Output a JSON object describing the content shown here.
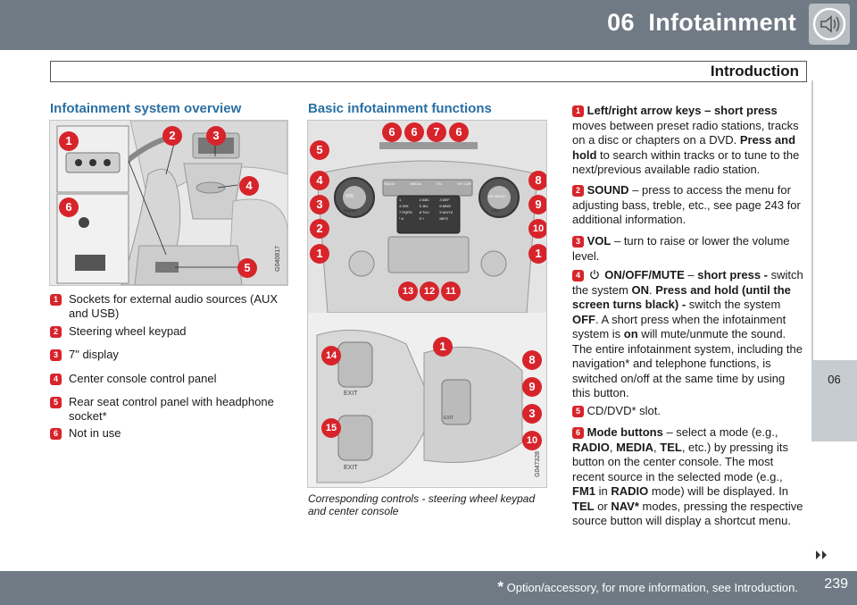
{
  "header": {
    "chapter": "06",
    "title": "Infotainment",
    "icon": "speaker-icon"
  },
  "subheader": {
    "title": "Introduction"
  },
  "side_tab": {
    "label": "06"
  },
  "col1": {
    "title": "Infotainment system overview",
    "figure": {
      "code": "G040817",
      "callouts": [
        "1",
        "2",
        "3",
        "4",
        "5",
        "6"
      ]
    },
    "items": [
      {
        "num": "1",
        "text": "Sockets for external audio sources (AUX and USB)"
      },
      {
        "num": "2",
        "text": "Steering wheel keypad"
      },
      {
        "num": "3",
        "text": "7\" display"
      },
      {
        "num": "4",
        "text": "Center console control panel"
      },
      {
        "num": "5",
        "text": "Rear seat control panel with headphone socket*"
      },
      {
        "num": "6",
        "text": "Not in use"
      }
    ]
  },
  "col2": {
    "title": "Basic infotainment functions",
    "figure_top": {
      "callouts_top": [
        "6",
        "6",
        "7",
        "6"
      ],
      "callouts_left": [
        "5",
        "4",
        "3",
        "2",
        "1"
      ],
      "callouts_right": [
        "8",
        "9",
        "10",
        "1"
      ],
      "callouts_bottom": [
        "13",
        "12",
        "11"
      ],
      "buttons": [
        "RADIO",
        "MEDIA",
        "TEL",
        "MY CAR"
      ],
      "keypad": [
        "1",
        "2 ABC",
        "3 DEF",
        "4 GHI",
        "5 JKL",
        "6 MNO",
        "7 PQRS",
        "8 TUV",
        "9 WXYZ",
        "* #",
        "0 +",
        "INFO"
      ],
      "knob_left": "VOL",
      "knob_left_sub": "SOUND",
      "knob_right": "OK MENU",
      "knob_right_sub": "EXIT"
    },
    "figure_bottom": {
      "code": "G047328",
      "callouts": [
        "14",
        "15",
        "1",
        "8",
        "9",
        "3",
        "10"
      ],
      "exit_labels": [
        "EXIT",
        "EXIT",
        "EXIT"
      ]
    },
    "caption": "Corresponding controls - steering wheel keypad and center console"
  },
  "col3": {
    "p1_num": "1",
    "p1_b1": "Left/right arrow keys – short press",
    "p1_t1": " moves between preset radio stations, tracks on a disc or chapters on a DVD. ",
    "p1_b2": "Press and hold",
    "p1_t2": " to search within tracks or to tune to the next/previous available radio station.",
    "p2_num": "2",
    "p2_b1": "SOUND",
    "p2_t1": " – press to access the menu for adjusting bass, treble, etc., see page 243 for additional information.",
    "p3_num": "3",
    "p3_b1": "VOL",
    "p3_t1": " – turn to raise or lower the volume level.",
    "p4_num": "4",
    "p4_icon": "power-icon",
    "p4_b1": "ON/OFF/MUTE",
    "p4_t1": " – ",
    "p4_b2": "short press -",
    "p4_t2": " switch the system ",
    "p4_b3": "ON",
    "p4_t3": ". ",
    "p4_b4": "Press and hold (until the screen turns black) -",
    "p4_t4": " switch the system ",
    "p4_b5": "OFF",
    "p4_t5": ". A short press when the infotainment system is ",
    "p4_b6": "on",
    "p4_t6": " will mute/unmute the sound. The entire infotainment system, including the navigation* and telephone functions, is switched on/off at the same time by using this button.",
    "p5_num": "5",
    "p5_t1": "CD/DVD* slot.",
    "p6_num": "6",
    "p6_b1": "Mode buttons",
    "p6_t1": " – select a mode (e.g., ",
    "p6_b2": "RADIO",
    "p6_t2": ", ",
    "p6_b3": "MEDIA",
    "p6_t3": ", ",
    "p6_b4": "TEL",
    "p6_t4": ", etc.) by pressing its button on the center console. The most recent source in the selected mode (e.g., ",
    "p6_b5": "FM1",
    "p6_t5": " in ",
    "p6_b6": "RADIO",
    "p6_t6": " mode) will be displayed. In ",
    "p6_b7": "TEL",
    "p6_t7": " or ",
    "p6_b8": "NAV*",
    "p6_t8": " modes, pressing the respective source button will display a shortcut menu."
  },
  "footer": {
    "star": "*",
    "note": " Option/accessory, for more information, see Introduction.",
    "page": "239",
    "next_icon": "double-chevron-right-icon"
  },
  "colors": {
    "header": "#6f7a84",
    "accent_blue": "#2a6fa3",
    "callout_red": "#d7242b",
    "tab": "#c7ccd0"
  }
}
